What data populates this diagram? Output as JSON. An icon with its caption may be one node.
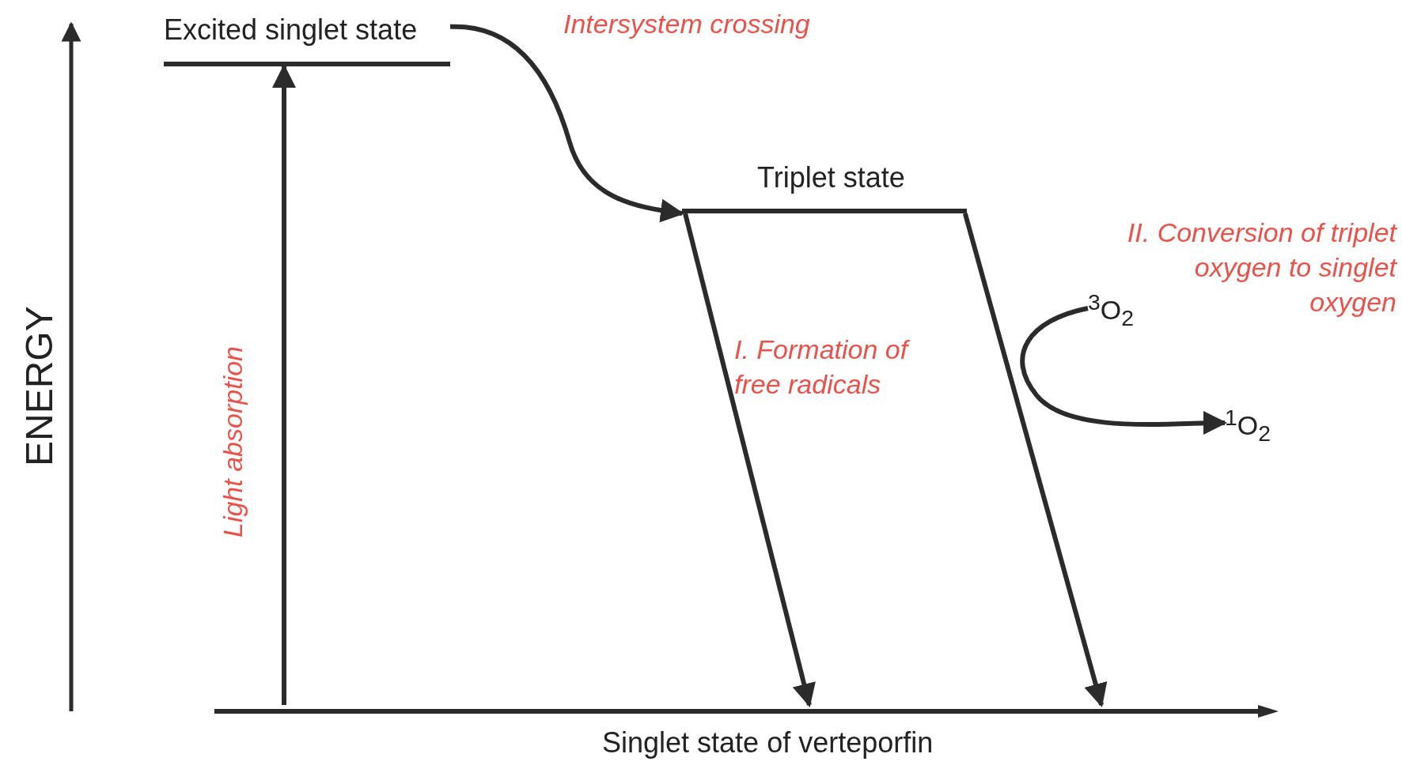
{
  "diagram": {
    "nodes": [
      {
        "text": [
          "Excited singlet state"
        ]
      },
      {
        "text": [
          "Triplet state"
        ]
      },
      {
        "text": [
          "Singlet state of verteporfin"
        ]
      },
      {
        "text": [
          "$^{3}$O$_{2}$"
        ]
      },
      {
        "text": [
          "$^{1}$O$_{2}$"
        ]
      }
    ],
    "edges": [
      {
        "from": 2,
        "to": 0,
        "arrow": "to",
        "label": "Light absorption"
      },
      {
        "from": 0,
        "to": 1,
        "arrow": "to",
        "label": "Intersystem crossing"
      },
      {
        "from": 1,
        "to": 2,
        "arrow": "to",
        "label": "I. Formation of free radicals"
      },
      {
        "from": 1,
        "to": 2,
        "arrow": "to"
      },
      {
        "from": 3,
        "to": 4,
        "arrow": "to",
        "label": "II. Conversion of triplet oxygen to singlet oxygen"
      }
    ],
    "labels": [
      "ENERGY"
    ]
  }
}
